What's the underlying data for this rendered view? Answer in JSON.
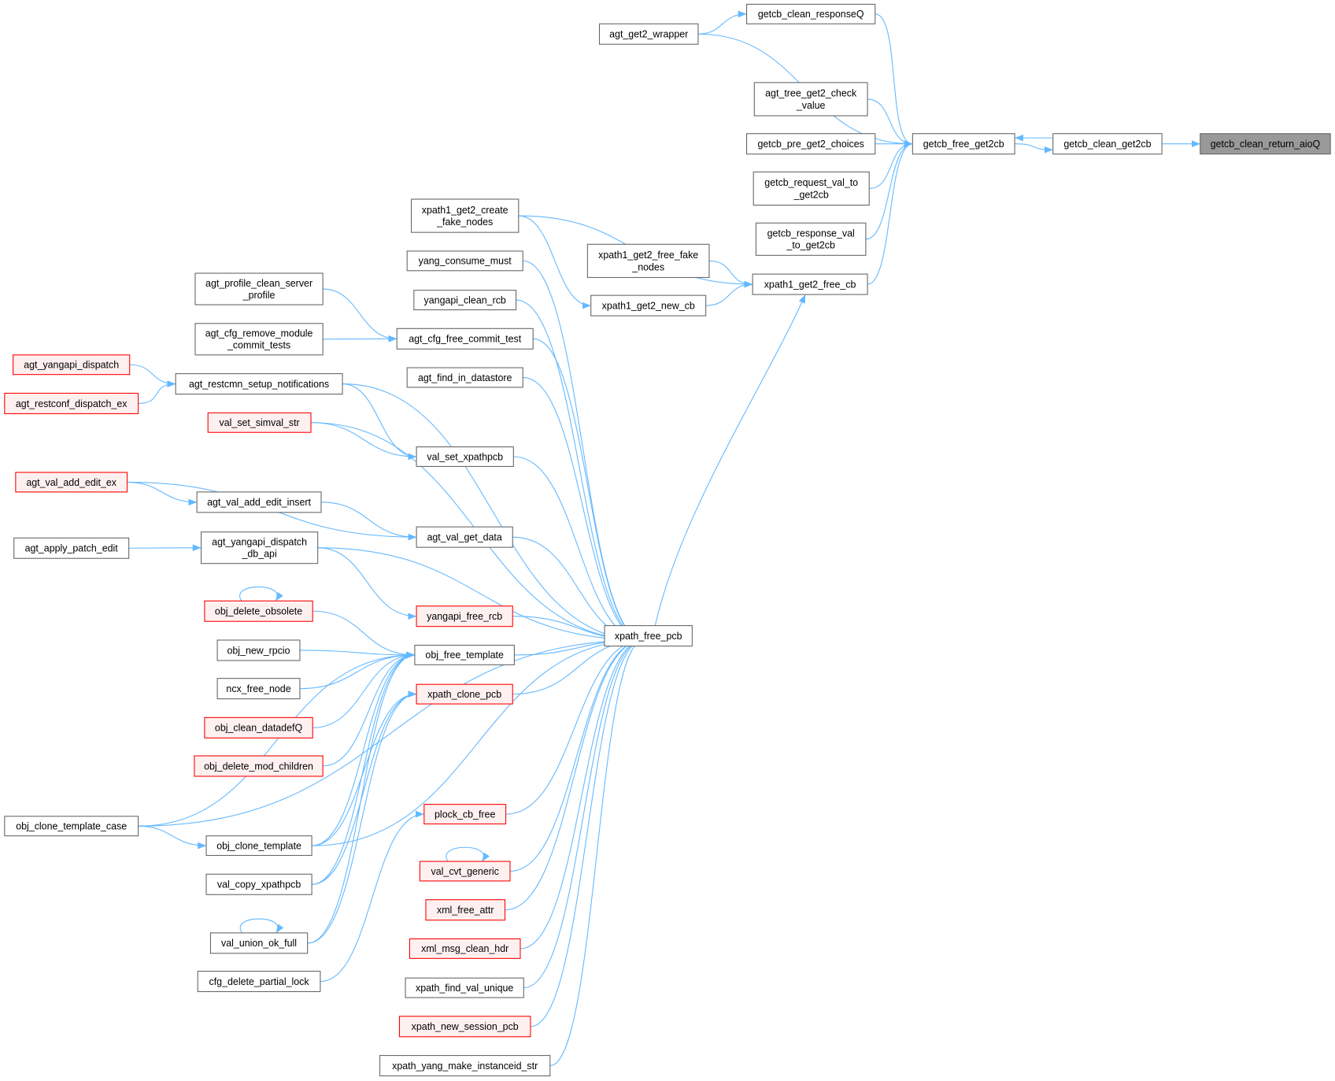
{
  "title": "getcb_clean_return_aioQ caller graph",
  "colors": {
    "edge": "#63b8ff",
    "normal_border": "#666666",
    "normal_fill": "#ffffff",
    "red_border": "#ff0000",
    "red_fill": "#fff0f0",
    "root_fill": "#999999",
    "root_border": "#666666"
  },
  "nodes": [
    {
      "id": "getcb_clean_return_aioQ",
      "lines": [
        "getcb_clean_return_aioQ"
      ],
      "style": "root"
    },
    {
      "id": "getcb_clean_get2cb",
      "lines": [
        "getcb_clean_get2cb"
      ],
      "style": "normal"
    },
    {
      "id": "getcb_free_get2cb",
      "lines": [
        "getcb_free_get2cb"
      ],
      "style": "normal"
    },
    {
      "id": "getcb_clean_responseQ",
      "lines": [
        "getcb_clean_responseQ"
      ],
      "style": "normal"
    },
    {
      "id": "agt_get2_wrapper",
      "lines": [
        "agt_get2_wrapper"
      ],
      "style": "normal"
    },
    {
      "id": "agt_tree_get2_check_value",
      "lines": [
        "agt_tree_get2_check",
        "_value"
      ],
      "style": "normal"
    },
    {
      "id": "getcb_pre_get2_choices",
      "lines": [
        "getcb_pre_get2_choices"
      ],
      "style": "normal"
    },
    {
      "id": "getcb_request_val_to_get2cb",
      "lines": [
        "getcb_request_val_to",
        "_get2cb"
      ],
      "style": "normal"
    },
    {
      "id": "getcb_response_val_to_get2cb",
      "lines": [
        "getcb_response_val",
        "_to_get2cb"
      ],
      "style": "normal"
    },
    {
      "id": "xpath1_get2_free_cb",
      "lines": [
        "xpath1_get2_free_cb"
      ],
      "style": "normal"
    },
    {
      "id": "xpath1_get2_free_fake_nodes",
      "lines": [
        "xpath1_get2_free_fake",
        "_nodes"
      ],
      "style": "normal"
    },
    {
      "id": "xpath1_get2_new_cb",
      "lines": [
        "xpath1_get2_new_cb"
      ],
      "style": "normal"
    },
    {
      "id": "xpath1_get2_create_fake_nodes",
      "lines": [
        "xpath1_get2_create",
        "_fake_nodes"
      ],
      "style": "normal"
    },
    {
      "id": "yang_consume_must",
      "lines": [
        "yang_consume_must"
      ],
      "style": "normal"
    },
    {
      "id": "yangapi_clean_rcb",
      "lines": [
        "yangapi_clean_rcb"
      ],
      "style": "normal"
    },
    {
      "id": "agt_cfg_free_commit_test",
      "lines": [
        "agt_cfg_free_commit_test"
      ],
      "style": "normal"
    },
    {
      "id": "agt_find_in_datastore",
      "lines": [
        "agt_find_in_datastore"
      ],
      "style": "normal"
    },
    {
      "id": "val_set_xpathpcb",
      "lines": [
        "val_set_xpathpcb"
      ],
      "style": "normal"
    },
    {
      "id": "agt_val_get_data",
      "lines": [
        "agt_val_get_data"
      ],
      "style": "normal"
    },
    {
      "id": "yangapi_free_rcb",
      "lines": [
        "yangapi_free_rcb"
      ],
      "style": "red"
    },
    {
      "id": "obj_free_template",
      "lines": [
        "obj_free_template"
      ],
      "style": "normal"
    },
    {
      "id": "xpath_clone_pcb",
      "lines": [
        "xpath_clone_pcb"
      ],
      "style": "red"
    },
    {
      "id": "plock_cb_free",
      "lines": [
        "plock_cb_free"
      ],
      "style": "red"
    },
    {
      "id": "val_cvt_generic",
      "lines": [
        "val_cvt_generic"
      ],
      "style": "red"
    },
    {
      "id": "xml_free_attr",
      "lines": [
        "xml_free_attr"
      ],
      "style": "red"
    },
    {
      "id": "xml_msg_clean_hdr",
      "lines": [
        "xml_msg_clean_hdr"
      ],
      "style": "red"
    },
    {
      "id": "xpath_find_val_unique",
      "lines": [
        "xpath_find_val_unique"
      ],
      "style": "normal"
    },
    {
      "id": "xpath_new_session_pcb",
      "lines": [
        "xpath_new_session_pcb"
      ],
      "style": "red"
    },
    {
      "id": "xpath_yang_make_instanceid_str",
      "lines": [
        "xpath_yang_make_instanceid_str"
      ],
      "style": "normal"
    },
    {
      "id": "xpath_free_pcb",
      "lines": [
        "xpath_free_pcb"
      ],
      "style": "normal"
    },
    {
      "id": "agt_profile_clean_server_profile",
      "lines": [
        "agt_profile_clean_server",
        "_profile"
      ],
      "style": "normal"
    },
    {
      "id": "agt_cfg_remove_module_commit_tests",
      "lines": [
        "agt_cfg_remove_module",
        "_commit_tests"
      ],
      "style": "normal"
    },
    {
      "id": "agt_yangapi_dispatch",
      "lines": [
        "agt_yangapi_dispatch"
      ],
      "style": "red"
    },
    {
      "id": "agt_restconf_dispatch_ex",
      "lines": [
        "agt_restconf_dispatch_ex"
      ],
      "style": "red"
    },
    {
      "id": "agt_restcmn_setup_notifications",
      "lines": [
        "agt_restcmn_setup_notifications"
      ],
      "style": "normal"
    },
    {
      "id": "val_set_simval_str",
      "lines": [
        "val_set_simval_str"
      ],
      "style": "red"
    },
    {
      "id": "agt_val_add_edit_ex",
      "lines": [
        "agt_val_add_edit_ex"
      ],
      "style": "red"
    },
    {
      "id": "agt_val_add_edit_insert",
      "lines": [
        "agt_val_add_edit_insert"
      ],
      "style": "normal"
    },
    {
      "id": "agt_apply_patch_edit",
      "lines": [
        "agt_apply_patch_edit"
      ],
      "style": "normal"
    },
    {
      "id": "agt_yangapi_dispatch_db_api",
      "lines": [
        "agt_yangapi_dispatch",
        "_db_api"
      ],
      "style": "normal"
    },
    {
      "id": "obj_delete_obsolete",
      "lines": [
        "obj_delete_obsolete"
      ],
      "style": "red"
    },
    {
      "id": "obj_new_rpcio",
      "lines": [
        "obj_new_rpcio"
      ],
      "style": "normal"
    },
    {
      "id": "ncx_free_node",
      "lines": [
        "ncx_free_node"
      ],
      "style": "normal"
    },
    {
      "id": "obj_clean_datadefQ",
      "lines": [
        "obj_clean_datadefQ"
      ],
      "style": "red"
    },
    {
      "id": "obj_delete_mod_children",
      "lines": [
        "obj_delete_mod_children"
      ],
      "style": "red"
    },
    {
      "id": "obj_clone_template_case",
      "lines": [
        "obj_clone_template_case"
      ],
      "style": "normal"
    },
    {
      "id": "obj_clone_template",
      "lines": [
        "obj_clone_template"
      ],
      "style": "normal"
    },
    {
      "id": "val_copy_xpathpcb",
      "lines": [
        "val_copy_xpathpcb"
      ],
      "style": "normal"
    },
    {
      "id": "val_union_ok_full",
      "lines": [
        "val_union_ok_full"
      ],
      "style": "normal"
    },
    {
      "id": "cfg_delete_partial_lock",
      "lines": [
        "cfg_delete_partial_lock"
      ],
      "style": "normal"
    }
  ],
  "edges": [
    [
      "getcb_clean_get2cb",
      "getcb_clean_return_aioQ"
    ],
    [
      "getcb_free_get2cb",
      "getcb_clean_get2cb"
    ],
    [
      "getcb_clean_get2cb",
      "getcb_free_get2cb"
    ],
    [
      "getcb_clean_responseQ",
      "getcb_free_get2cb"
    ],
    [
      "agt_get2_wrapper",
      "getcb_clean_responseQ"
    ],
    [
      "agt_get2_wrapper",
      "getcb_free_get2cb"
    ],
    [
      "agt_tree_get2_check_value",
      "getcb_free_get2cb"
    ],
    [
      "getcb_pre_get2_choices",
      "getcb_free_get2cb"
    ],
    [
      "getcb_request_val_to_get2cb",
      "getcb_free_get2cb"
    ],
    [
      "getcb_response_val_to_get2cb",
      "getcb_free_get2cb"
    ],
    [
      "xpath1_get2_free_cb",
      "getcb_free_get2cb"
    ],
    [
      "xpath1_get2_create_fake_nodes",
      "xpath1_get2_free_cb"
    ],
    [
      "xpath1_get2_create_fake_nodes",
      "xpath1_get2_new_cb"
    ],
    [
      "xpath1_get2_free_fake_nodes",
      "xpath1_get2_free_cb"
    ],
    [
      "xpath1_get2_new_cb",
      "xpath1_get2_free_cb"
    ],
    [
      "xpath_free_pcb",
      "xpath1_get2_free_cb"
    ],
    [
      "yang_consume_must",
      "xpath_free_pcb"
    ],
    [
      "yangapi_clean_rcb",
      "xpath_free_pcb"
    ],
    [
      "agt_cfg_free_commit_test",
      "xpath_free_pcb"
    ],
    [
      "agt_find_in_datastore",
      "xpath_free_pcb"
    ],
    [
      "agt_restcmn_setup_notifications",
      "xpath_free_pcb"
    ],
    [
      "val_set_simval_str",
      "xpath_free_pcb"
    ],
    [
      "val_set_xpathpcb",
      "xpath_free_pcb"
    ],
    [
      "agt_val_get_data",
      "xpath_free_pcb"
    ],
    [
      "agt_yangapi_dispatch_db_api",
      "xpath_free_pcb"
    ],
    [
      "yangapi_free_rcb",
      "xpath_free_pcb"
    ],
    [
      "obj_free_template",
      "xpath_free_pcb"
    ],
    [
      "xpath_clone_pcb",
      "xpath_free_pcb"
    ],
    [
      "obj_clone_template_case",
      "xpath_free_pcb"
    ],
    [
      "obj_clone_template",
      "xpath_free_pcb"
    ],
    [
      "plock_cb_free",
      "xpath_free_pcb"
    ],
    [
      "val_cvt_generic",
      "xpath_free_pcb"
    ],
    [
      "xml_free_attr",
      "xpath_free_pcb"
    ],
    [
      "xml_msg_clean_hdr",
      "xpath_free_pcb"
    ],
    [
      "xpath_find_val_unique",
      "xpath_free_pcb"
    ],
    [
      "xpath_new_session_pcb",
      "xpath_free_pcb"
    ],
    [
      "xpath_yang_make_instanceid_str",
      "xpath_free_pcb"
    ],
    [
      "agt_profile_clean_server_profile",
      "agt_cfg_free_commit_test"
    ],
    [
      "agt_cfg_remove_module_commit_tests",
      "agt_cfg_free_commit_test"
    ],
    [
      "agt_yangapi_dispatch",
      "agt_restcmn_setup_notifications"
    ],
    [
      "agt_restconf_dispatch_ex",
      "agt_restcmn_setup_notifications"
    ],
    [
      "agt_restcmn_setup_notifications",
      "val_set_xpathpcb"
    ],
    [
      "val_set_simval_str",
      "val_set_xpathpcb"
    ],
    [
      "agt_val_add_edit_ex",
      "agt_val_add_edit_insert"
    ],
    [
      "agt_val_add_edit_ex",
      "agt_val_get_data"
    ],
    [
      "agt_val_add_edit_insert",
      "agt_val_get_data"
    ],
    [
      "agt_apply_patch_edit",
      "agt_yangapi_dispatch_db_api"
    ],
    [
      "agt_yangapi_dispatch_db_api",
      "yangapi_free_rcb"
    ],
    [
      "obj_delete_obsolete",
      "obj_free_template"
    ],
    [
      "obj_new_rpcio",
      "obj_free_template"
    ],
    [
      "ncx_free_node",
      "obj_free_template"
    ],
    [
      "obj_clean_datadefQ",
      "obj_free_template"
    ],
    [
      "obj_delete_mod_children",
      "obj_free_template"
    ],
    [
      "obj_clone_template_case",
      "obj_free_template"
    ],
    [
      "obj_clone_template",
      "obj_free_template"
    ],
    [
      "val_copy_xpathpcb",
      "obj_free_template"
    ],
    [
      "val_union_ok_full",
      "obj_free_template"
    ],
    [
      "obj_clone_template_case",
      "obj_clone_template"
    ],
    [
      "obj_clone_template",
      "xpath_clone_pcb"
    ],
    [
      "val_copy_xpathpcb",
      "xpath_clone_pcb"
    ],
    [
      "val_union_ok_full",
      "xpath_clone_pcb"
    ],
    [
      "cfg_delete_partial_lock",
      "plock_cb_free"
    ],
    [
      "obj_delete_obsolete",
      "obj_delete_obsolete"
    ],
    [
      "val_cvt_generic",
      "val_cvt_generic"
    ],
    [
      "val_union_ok_full",
      "val_union_ok_full"
    ]
  ]
}
